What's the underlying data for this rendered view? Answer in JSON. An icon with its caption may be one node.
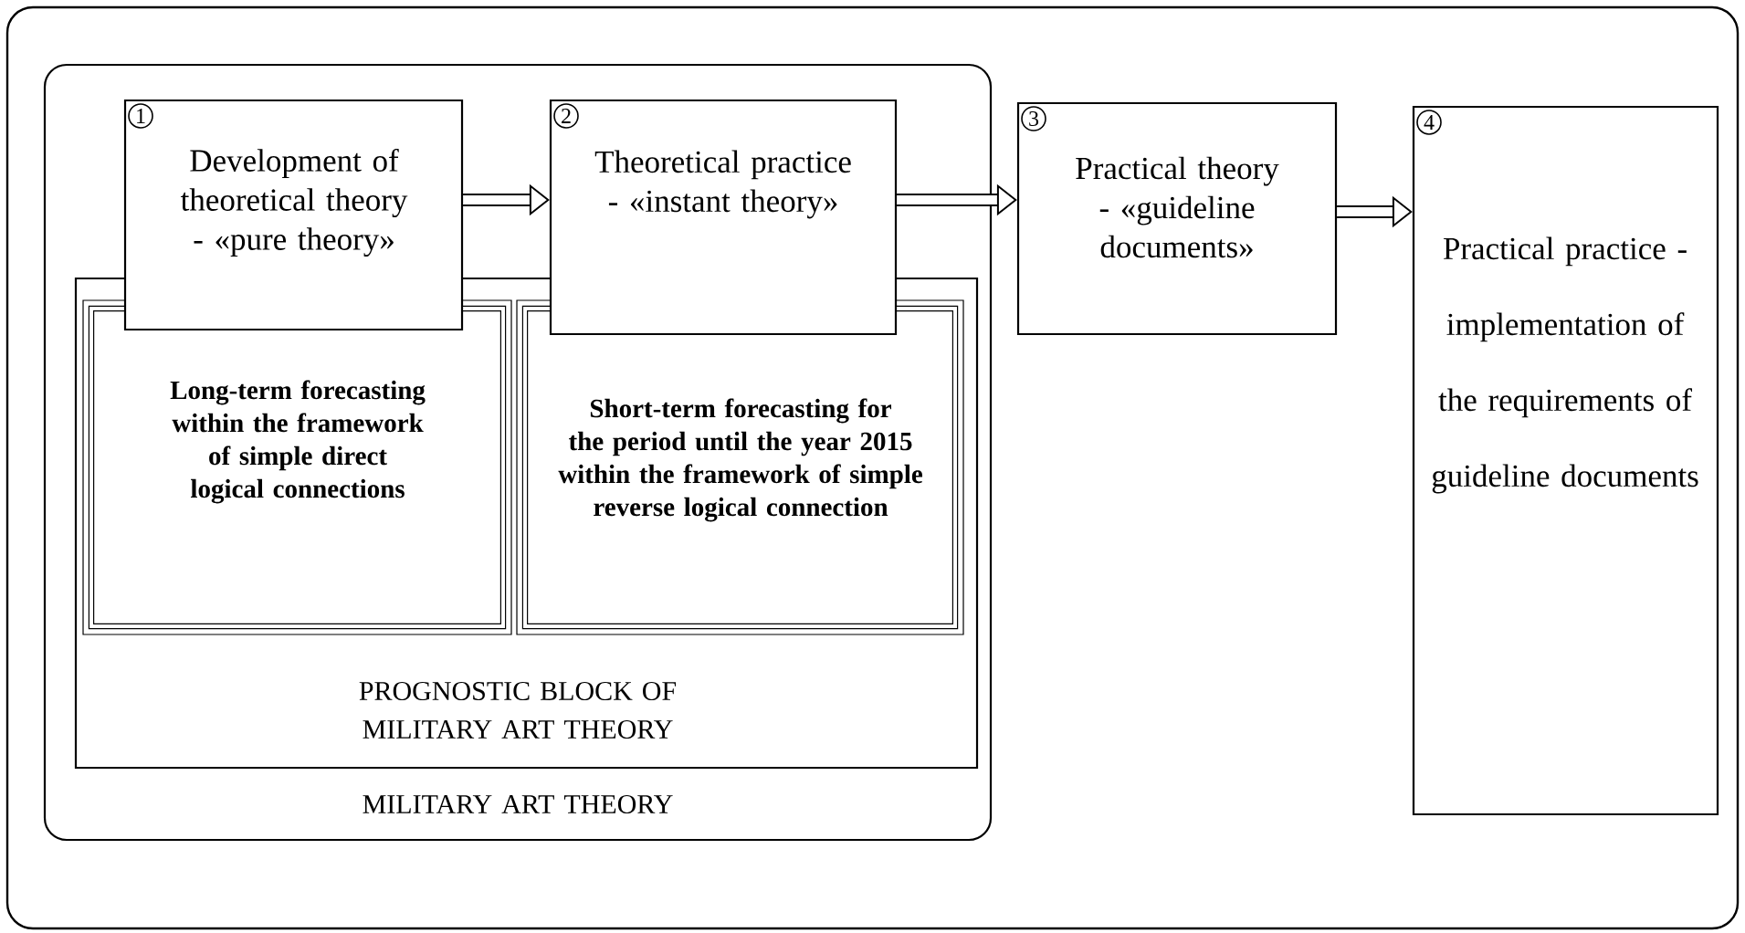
{
  "diagram": {
    "nodes": [
      {
        "text": [
          "MILITARY ART THEORY"
        ]
      },
      {
        "text": [
          "PROGNOSTIC BLOCK OF MILITARY ART THEORY"
        ],
        "in": 0
      },
      {
        "text": [
          "1",
          "Development of theoretical theory - «pure theory»"
        ],
        "in": 0
      },
      {
        "text": [
          "Long-term forecasting within the framework of simple direct logical connections"
        ],
        "in": 1
      },
      {
        "text": [
          "2",
          "Theoretical practice - «instant theory»"
        ],
        "in": 0
      },
      {
        "text": [
          "Short-term forecasting for the period until the year 2015 within the framework of simple reverse logical connection"
        ],
        "in": 1
      },
      {
        "text": [
          "3",
          "Practical theory - «guideline documents»"
        ]
      },
      {
        "text": [
          "4",
          "Practical practice - implementation of the requirements of guideline documents"
        ]
      }
    ],
    "edges": [
      {
        "from": 2,
        "to": 4,
        "arrow": "to"
      },
      {
        "from": 4,
        "to": 6,
        "arrow": "to"
      },
      {
        "from": 6,
        "to": 7,
        "arrow": "to"
      }
    ]
  }
}
